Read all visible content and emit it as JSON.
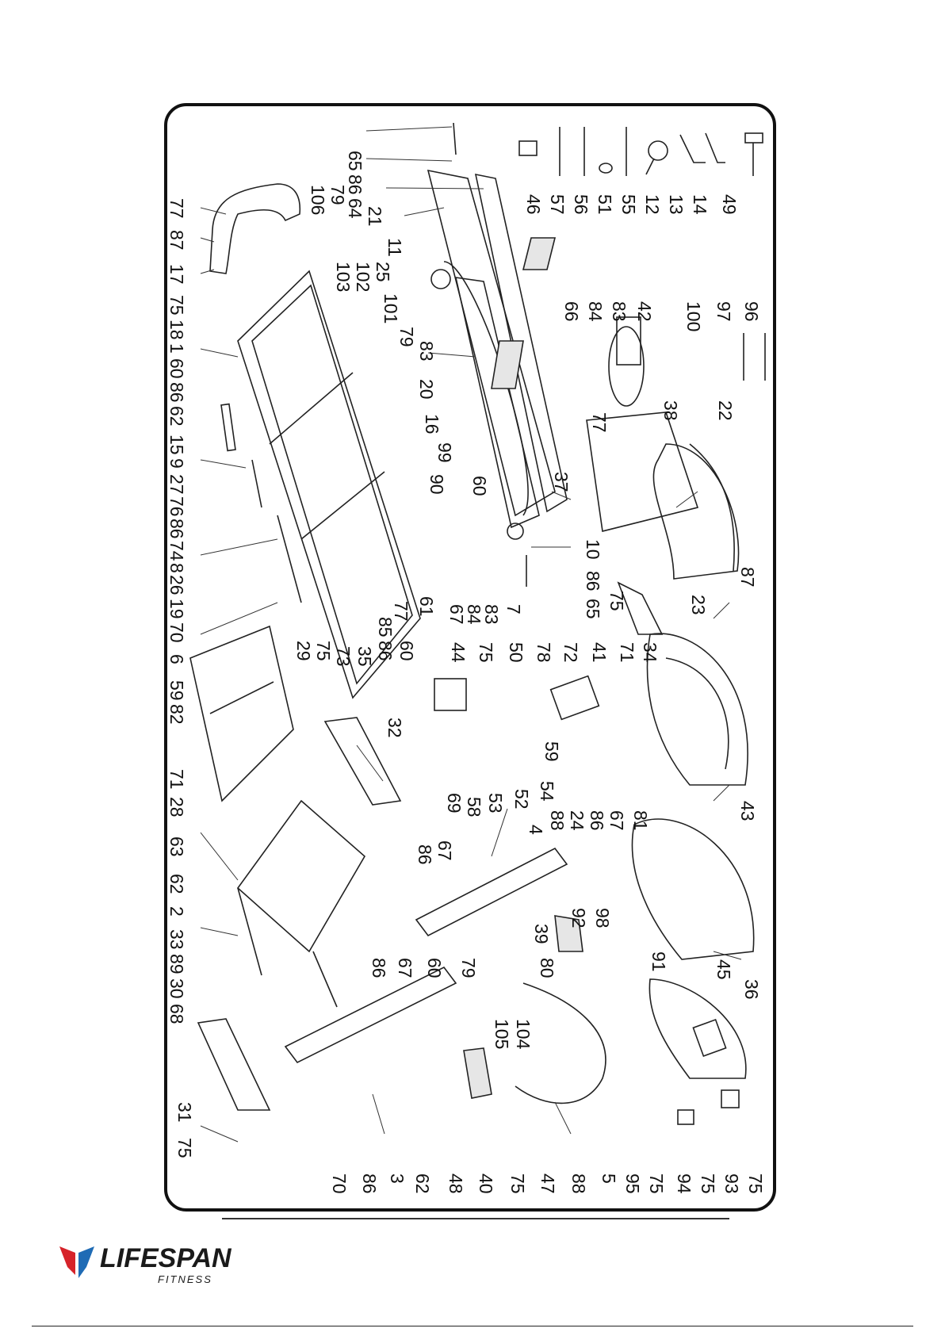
{
  "brand": {
    "name": "LIFESPAN",
    "tagline": "FITNESS",
    "colors": {
      "red": "#d6232a",
      "blue": "#1f6bb5",
      "text": "#1a1a1a"
    }
  },
  "diagram": {
    "type": "exploded parts view",
    "callouts": [
      {
        "id": "c65a",
        "text": "65"
      },
      {
        "id": "c86a",
        "text": "86"
      },
      {
        "id": "c64",
        "text": "64"
      },
      {
        "id": "c21",
        "text": "21"
      },
      {
        "id": "c11",
        "text": "11"
      },
      {
        "id": "c106",
        "text": "106"
      },
      {
        "id": "c79a",
        "text": "79"
      },
      {
        "id": "c77a",
        "text": "77"
      },
      {
        "id": "c87a",
        "text": "87"
      },
      {
        "id": "c17",
        "text": "17"
      },
      {
        "id": "c75a",
        "text": "75"
      },
      {
        "id": "c18",
        "text": "18"
      },
      {
        "id": "c1",
        "text": "1"
      },
      {
        "id": "c60a",
        "text": "60"
      },
      {
        "id": "c86b",
        "text": "86"
      },
      {
        "id": "c62a",
        "text": "62"
      },
      {
        "id": "c15",
        "text": "15"
      },
      {
        "id": "c9",
        "text": "9"
      },
      {
        "id": "c27",
        "text": "27"
      },
      {
        "id": "c76",
        "text": "76"
      },
      {
        "id": "c86c",
        "text": "86"
      },
      {
        "id": "c74",
        "text": "74"
      },
      {
        "id": "c8",
        "text": "8"
      },
      {
        "id": "c26",
        "text": "26"
      },
      {
        "id": "c19",
        "text": "19"
      },
      {
        "id": "c70a",
        "text": "70"
      },
      {
        "id": "c6",
        "text": "6"
      },
      {
        "id": "c59a",
        "text": "59"
      },
      {
        "id": "c82",
        "text": "82"
      },
      {
        "id": "c71a",
        "text": "71"
      },
      {
        "id": "c28",
        "text": "28"
      },
      {
        "id": "c63",
        "text": "63"
      },
      {
        "id": "c62b",
        "text": "62"
      },
      {
        "id": "c2",
        "text": "2"
      },
      {
        "id": "c33",
        "text": "33"
      },
      {
        "id": "c89",
        "text": "89"
      },
      {
        "id": "c30",
        "text": "30"
      },
      {
        "id": "c68",
        "text": "68"
      },
      {
        "id": "c31",
        "text": "31"
      },
      {
        "id": "c75b",
        "text": "75"
      },
      {
        "id": "c103",
        "text": "103"
      },
      {
        "id": "c102",
        "text": "102"
      },
      {
        "id": "c25",
        "text": "25"
      },
      {
        "id": "c101",
        "text": "101"
      },
      {
        "id": "c79b",
        "text": "79"
      },
      {
        "id": "c83a",
        "text": "83"
      },
      {
        "id": "c20",
        "text": "20"
      },
      {
        "id": "c16",
        "text": "16"
      },
      {
        "id": "c99",
        "text": "99"
      },
      {
        "id": "c90",
        "text": "90"
      },
      {
        "id": "c60b",
        "text": "60"
      },
      {
        "id": "c61",
        "text": "61"
      },
      {
        "id": "c77b",
        "text": "77"
      },
      {
        "id": "c85",
        "text": "85"
      },
      {
        "id": "c86d",
        "text": "86"
      },
      {
        "id": "c60c",
        "text": "60"
      },
      {
        "id": "c73",
        "text": "73"
      },
      {
        "id": "c35",
        "text": "35"
      },
      {
        "id": "c29",
        "text": "29"
      },
      {
        "id": "c75c",
        "text": "75"
      },
      {
        "id": "c67a",
        "text": "67"
      },
      {
        "id": "c84a",
        "text": "84"
      },
      {
        "id": "c83b",
        "text": "83"
      },
      {
        "id": "c7",
        "text": "7"
      },
      {
        "id": "c10",
        "text": "10"
      },
      {
        "id": "c86e",
        "text": "86"
      },
      {
        "id": "c65b",
        "text": "65"
      },
      {
        "id": "c37",
        "text": "37"
      },
      {
        "id": "c46",
        "text": "46"
      },
      {
        "id": "c57",
        "text": "57"
      },
      {
        "id": "c56",
        "text": "56"
      },
      {
        "id": "c51",
        "text": "51"
      },
      {
        "id": "c55",
        "text": "55"
      },
      {
        "id": "c12",
        "text": "12"
      },
      {
        "id": "c13",
        "text": "13"
      },
      {
        "id": "c14",
        "text": "14"
      },
      {
        "id": "c49",
        "text": "49"
      },
      {
        "id": "c66",
        "text": "66"
      },
      {
        "id": "c84b",
        "text": "84"
      },
      {
        "id": "c83c",
        "text": "83"
      },
      {
        "id": "c42",
        "text": "42"
      },
      {
        "id": "c100",
        "text": "100"
      },
      {
        "id": "c97",
        "text": "97"
      },
      {
        "id": "c96",
        "text": "96"
      },
      {
        "id": "c77c",
        "text": "77"
      },
      {
        "id": "c38",
        "text": "38"
      },
      {
        "id": "c22",
        "text": "22"
      },
      {
        "id": "c87b",
        "text": "87"
      },
      {
        "id": "c75d",
        "text": "75"
      },
      {
        "id": "c23",
        "text": "23"
      },
      {
        "id": "c44",
        "text": "44"
      },
      {
        "id": "c75e",
        "text": "75"
      },
      {
        "id": "c50",
        "text": "50"
      },
      {
        "id": "c78",
        "text": "78"
      },
      {
        "id": "c72",
        "text": "72"
      },
      {
        "id": "c41",
        "text": "41"
      },
      {
        "id": "c71b",
        "text": "71"
      },
      {
        "id": "c34",
        "text": "34"
      },
      {
        "id": "c43",
        "text": "43"
      },
      {
        "id": "c32",
        "text": "32"
      },
      {
        "id": "c58",
        "text": "58"
      },
      {
        "id": "c69",
        "text": "69"
      },
      {
        "id": "c53",
        "text": "53"
      },
      {
        "id": "c52",
        "text": "52"
      },
      {
        "id": "c54",
        "text": "54"
      },
      {
        "id": "c59b",
        "text": "59"
      },
      {
        "id": "c88a",
        "text": "88"
      },
      {
        "id": "c24",
        "text": "24"
      },
      {
        "id": "c86f",
        "text": "86"
      },
      {
        "id": "c67b",
        "text": "67"
      },
      {
        "id": "c81",
        "text": "81"
      },
      {
        "id": "c4",
        "text": "4"
      },
      {
        "id": "c86g",
        "text": "86"
      },
      {
        "id": "c67c",
        "text": "67"
      },
      {
        "id": "c39",
        "text": "39"
      },
      {
        "id": "c92",
        "text": "92"
      },
      {
        "id": "c98",
        "text": "98"
      },
      {
        "id": "c91",
        "text": "91"
      },
      {
        "id": "c45",
        "text": "45"
      },
      {
        "id": "c36",
        "text": "36"
      },
      {
        "id": "c86h",
        "text": "86"
      },
      {
        "id": "c67d",
        "text": "67"
      },
      {
        "id": "c60d",
        "text": "60"
      },
      {
        "id": "c79c",
        "text": "79"
      },
      {
        "id": "c80",
        "text": "80"
      },
      {
        "id": "c105",
        "text": "105"
      },
      {
        "id": "c104",
        "text": "104"
      },
      {
        "id": "c70b",
        "text": "70"
      },
      {
        "id": "c86i",
        "text": "86"
      },
      {
        "id": "c3",
        "text": "3"
      },
      {
        "id": "c62c",
        "text": "62"
      },
      {
        "id": "c48",
        "text": "48"
      },
      {
        "id": "c40",
        "text": "40"
      },
      {
        "id": "c75f",
        "text": "75"
      },
      {
        "id": "c47",
        "text": "47"
      },
      {
        "id": "c88b",
        "text": "88"
      },
      {
        "id": "c5",
        "text": "5"
      },
      {
        "id": "c95",
        "text": "95"
      },
      {
        "id": "c75g",
        "text": "75"
      },
      {
        "id": "c94",
        "text": "94"
      },
      {
        "id": "c75h",
        "text": "75"
      },
      {
        "id": "c93",
        "text": "93"
      },
      {
        "id": "c75i",
        "text": "75"
      }
    ]
  }
}
